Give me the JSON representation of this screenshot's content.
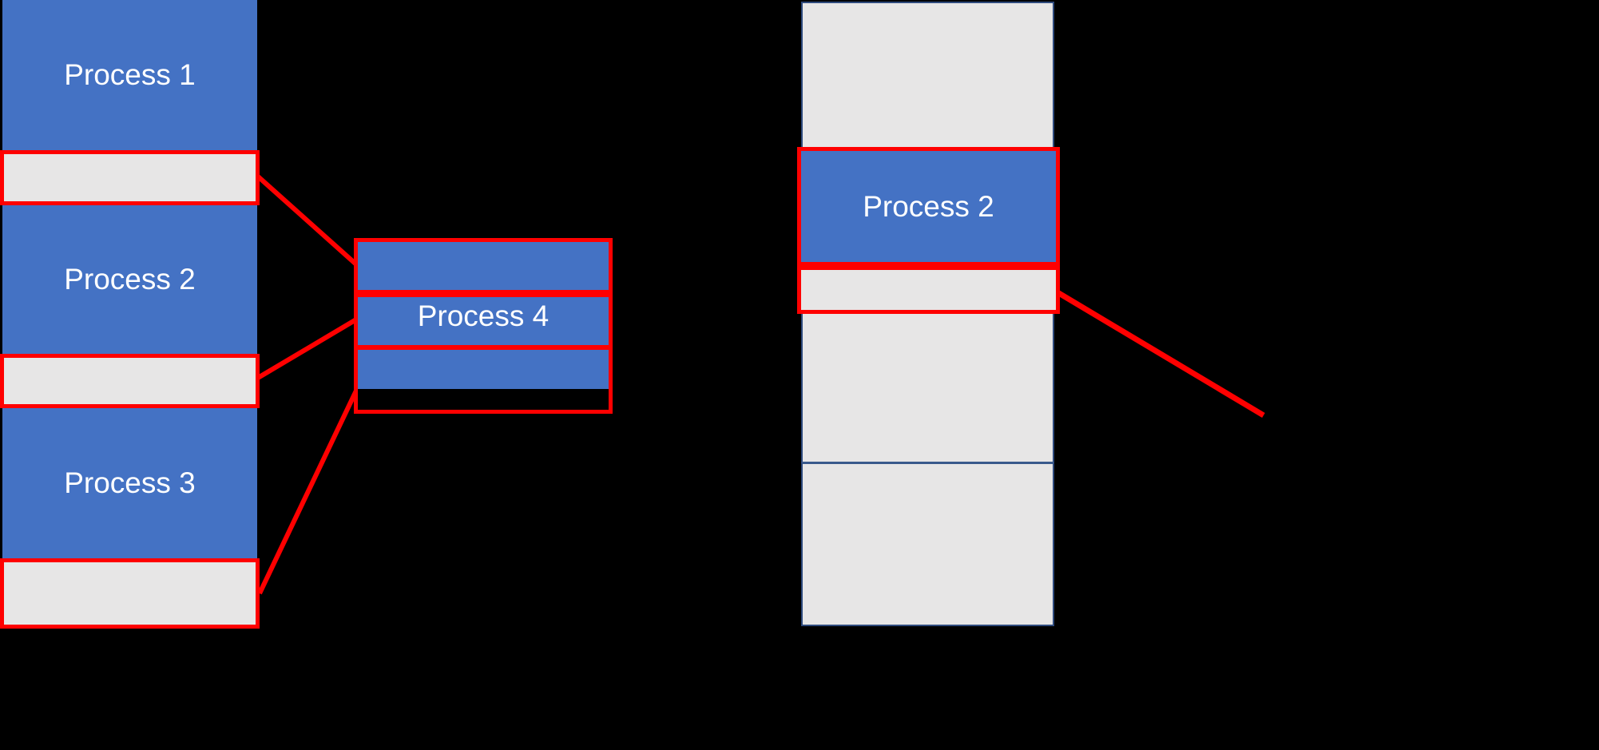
{
  "colors": {
    "background": "#000000",
    "process_fill": "#4472C4",
    "free_space_fill": "#E7E6E6",
    "highlight_red": "#FF0000",
    "memory_border_navy": "#2E4A7D",
    "memory_divider_blue": "#3A5A8C",
    "label_text": "#FFFFFF"
  },
  "left_memory_column": {
    "blocks": [
      {
        "label": "Process 1",
        "type": "process"
      },
      {
        "label": "",
        "type": "free-highlighted"
      },
      {
        "label": "Process 2",
        "type": "process"
      },
      {
        "label": "",
        "type": "free-highlighted"
      },
      {
        "label": "Process 3",
        "type": "process"
      },
      {
        "label": "",
        "type": "free-highlighted"
      }
    ]
  },
  "combined_free_box": {
    "label": "Process 4",
    "segment_count": 3
  },
  "right_memory_column": {
    "process_label": "Process 2",
    "section_count": 2,
    "highlighted_gap": ""
  }
}
